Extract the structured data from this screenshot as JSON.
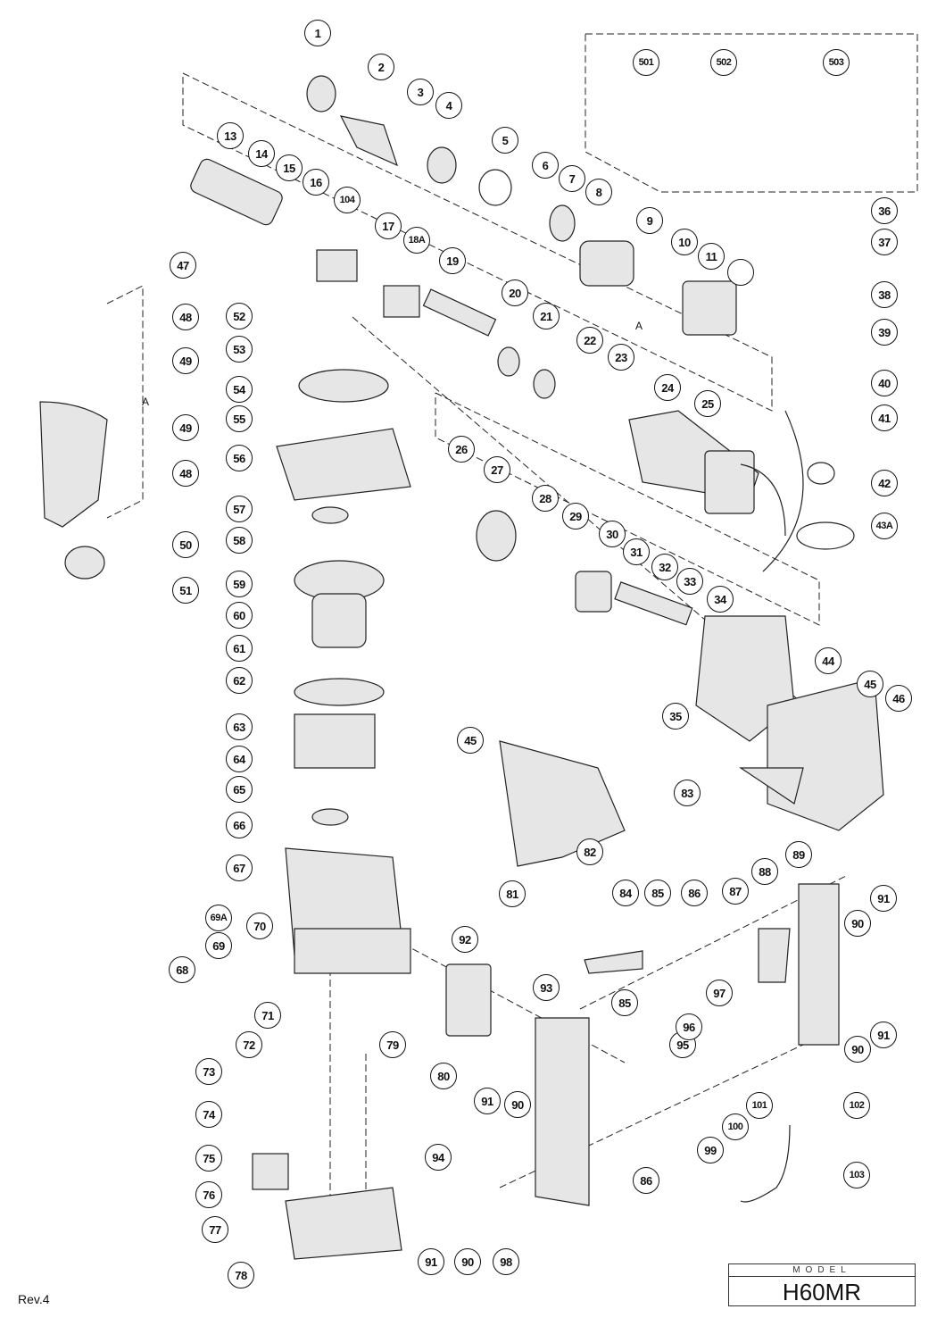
{
  "callouts": [
    "1",
    "2",
    "3",
    "4",
    "5",
    "6",
    "7",
    "8",
    "9",
    "10",
    "11",
    "",
    "501",
    "502",
    "503",
    "36",
    "37",
    "38",
    "39",
    "40",
    "41",
    "42",
    "43A",
    "13",
    "14",
    "15",
    "16",
    "104",
    "17",
    "18A",
    "19",
    "20",
    "21",
    "22",
    "23",
    "24",
    "25",
    "47",
    "48",
    "49",
    "49",
    "48",
    "50",
    "51",
    "52",
    "53",
    "54",
    "55",
    "56",
    "57",
    "58",
    "59",
    "60",
    "61",
    "62",
    "63",
    "64",
    "65",
    "66",
    "67",
    "26",
    "27",
    "28",
    "29",
    "30",
    "31",
    "32",
    "33",
    "34",
    "35",
    "44",
    "45",
    "46",
    "45",
    "83",
    "82",
    "81",
    "69A",
    "69",
    "70",
    "68",
    "71",
    "72",
    "73",
    "74",
    "75",
    "76",
    "77",
    "78",
    "79",
    "80",
    "92",
    "93",
    "85",
    "91",
    "90",
    "95",
    "86",
    "84",
    "85",
    "86",
    "87",
    "88",
    "89",
    "90",
    "91",
    "97",
    "96",
    "90",
    "91",
    "99",
    "100",
    "101",
    "102",
    "103",
    "94",
    "91",
    "90",
    "98"
  ],
  "markers": [
    "A",
    "A"
  ],
  "revision": "Rev.4",
  "model": {
    "caption": "MODEL",
    "name": "H60MR"
  }
}
